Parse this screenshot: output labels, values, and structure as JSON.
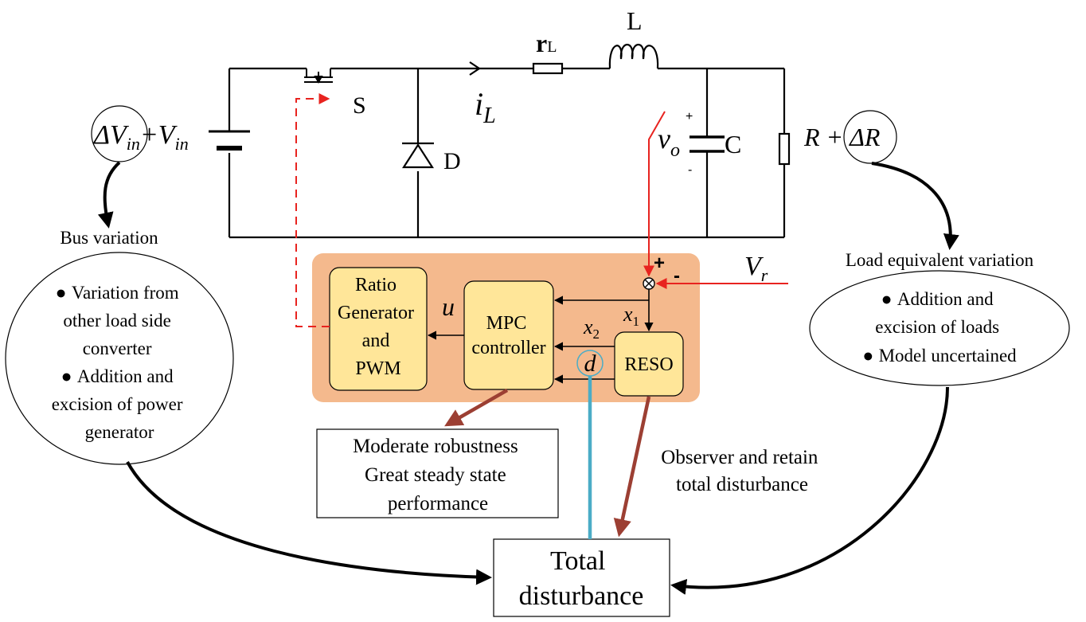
{
  "circuit": {
    "inductor_label": "L",
    "resistor_label_main": "r",
    "resistor_label_sub": "L",
    "current_main": "i",
    "current_sub": "L",
    "switch_label": "S",
    "diode_label": "D",
    "capacitor_label": "C",
    "vo_main": "v",
    "vo_sub": "o",
    "plus": "+",
    "minus": "-"
  },
  "source": {
    "delta_main": "ΔV",
    "delta_sub": "in",
    "plus_main": "+V",
    "plus_sub": "in"
  },
  "load": {
    "main": "R + ",
    "delta": "ΔR"
  },
  "controller": {
    "sum_plus": "+",
    "sum_minus": "-",
    "vr_main": "V",
    "vr_sub": "r",
    "u_label": "u",
    "x1_main": "x",
    "x1_sub": "1",
    "x2_main": "x",
    "x2_sub": "2",
    "d_label": "d",
    "ratio_lines": [
      "Ratio",
      "Generator",
      "and",
      "PWM"
    ],
    "mpc_lines": [
      "MPC",
      "controller"
    ],
    "reso_label": "RESO"
  },
  "bus": {
    "title": "Bus variation",
    "bullet1_lines": [
      "Variation from",
      "other load side",
      "converter"
    ],
    "bullet2_lines": [
      "Addition and",
      "excision of power",
      "generator"
    ]
  },
  "load_var": {
    "title": "Load equivalent variation",
    "bullet1_lines": [
      "Addition and",
      "excision of loads"
    ],
    "bullet2_lines": [
      "Model uncertained"
    ]
  },
  "mpc_note": {
    "lines": [
      "Moderate robustness",
      "Great steady state",
      "performance"
    ]
  },
  "observer_note": {
    "lines": [
      "Observer and retain",
      "total disturbance"
    ]
  },
  "total": {
    "lines": [
      "Total",
      "disturbance"
    ]
  },
  "colors": {
    "red": "#e8231f",
    "brown": "#9c3f33",
    "blue": "#4bacc6",
    "panel": "#f4b98d",
    "block": "#ffe699"
  }
}
